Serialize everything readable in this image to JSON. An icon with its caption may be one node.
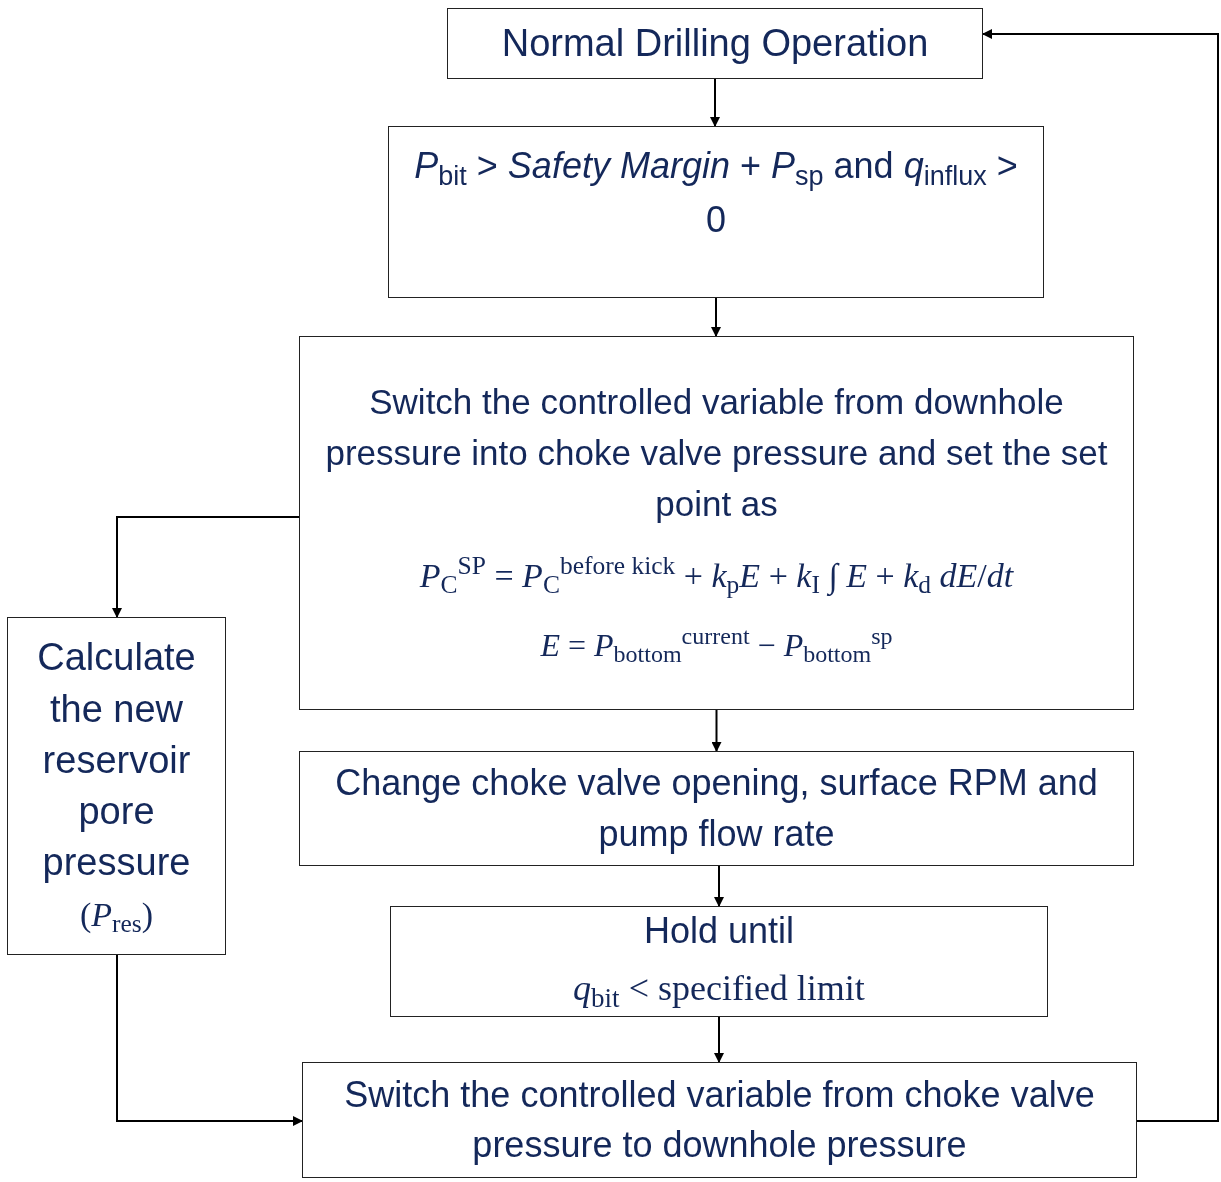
{
  "diagram": {
    "nodes": [
      {
        "text": [
          "Normal Drilling Operation"
        ]
      },
      {
        "text": [
          "*P*$_{bit}$ > *Safety Margin* + *P*$_{sp}$ and *q*$_{influx}$ > 0"
        ]
      },
      {
        "text": [
          "Switch the controlled variable from downhole pressure into choke valve pressure and set the set point as",
          "*P*$_{C}$$^{SP}$ = *P*$_{C}$$^{before kick}$ + *k*$_{p}$*E* + *k*$_{I}$ ∫ *E* + *k*$_{d}$ *dE*/*dt*",
          "*E* = *P*$_{bottom}$$^{current}$ − *P*$_{bottom}$$^{sp}$"
        ]
      },
      {
        "text": [
          "Calculate the new reservoir pore pressure",
          "(*P*$_{res}$)"
        ]
      },
      {
        "text": [
          "Change choke valve opening, surface RPM and pump flow rate"
        ]
      },
      {
        "text": [
          "Hold until",
          "*q*$_{bit}$ < specified limit"
        ]
      },
      {
        "text": [
          "Switch the controlled variable from choke valve pressure to downhole pressure"
        ]
      }
    ],
    "edges": [
      {
        "from": 0,
        "to": 1,
        "arrow": "to"
      },
      {
        "from": 1,
        "to": 2,
        "arrow": "to"
      },
      {
        "from": 2,
        "to": 4,
        "arrow": "to"
      },
      {
        "from": 4,
        "to": 5,
        "arrow": "to"
      },
      {
        "from": 5,
        "to": 6,
        "arrow": "to"
      },
      {
        "from": 2,
        "to": 3,
        "arrow": "to"
      },
      {
        "from": 3,
        "to": 6,
        "arrow": "to"
      },
      {
        "from": 6,
        "to": 0,
        "arrow": "to"
      }
    ]
  }
}
